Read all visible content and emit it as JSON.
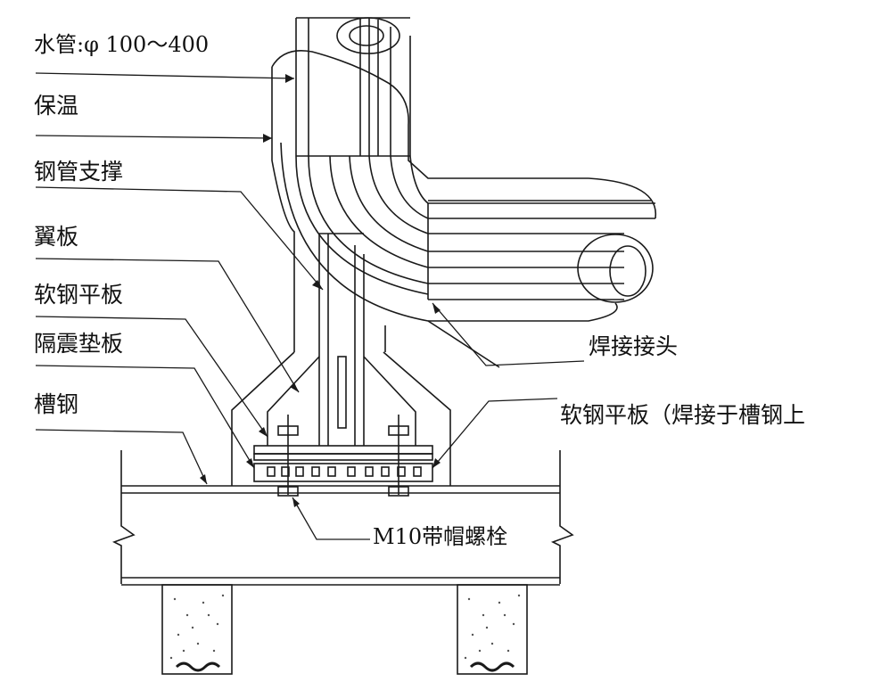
{
  "labels": {
    "water_pipe": "水管:φ 100～400",
    "insulation": "保温",
    "pipe_support": "钢管支撑",
    "wing_plate": "翼板",
    "mild_steel_plate": "软钢平板",
    "isolation_pad": "隔震垫板",
    "channel_steel": "槽钢",
    "weld_joint": "焊接接头",
    "mild_steel_plate_welded": "软钢平板（焊接于槽钢上",
    "bolt": "M10带帽螺栓"
  },
  "colors": {
    "line": "#1a1a1a",
    "background": "#ffffff"
  }
}
